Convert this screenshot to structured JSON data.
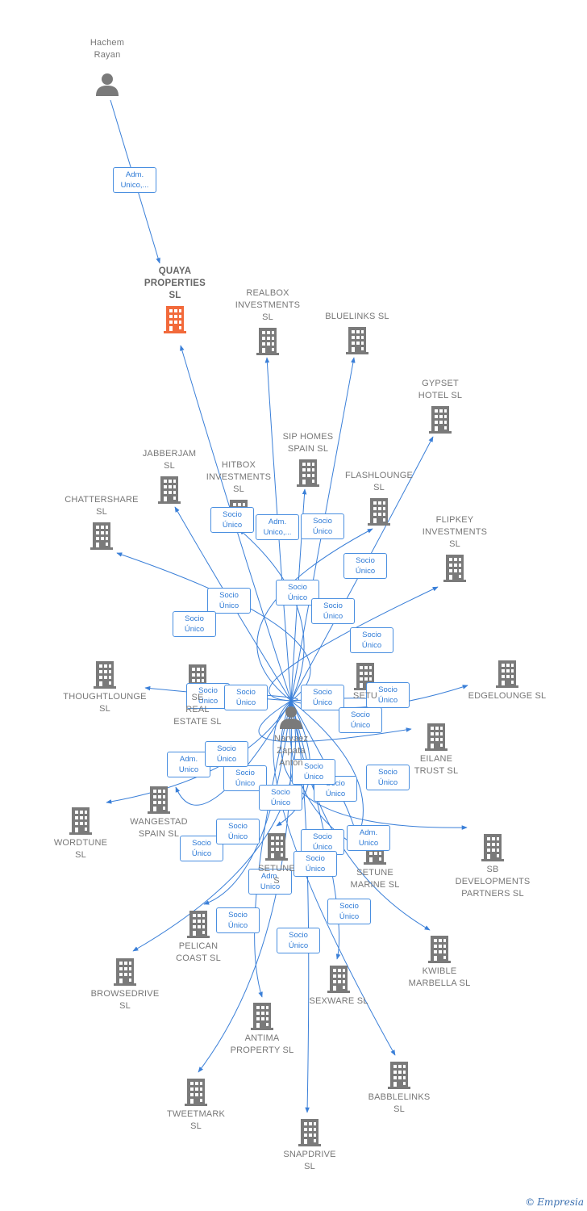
{
  "colors": {
    "edge": "#3a7fd8",
    "node_company": "#7a7a7a",
    "node_highlight": "#f26a3b",
    "node_person": "#7a7a7a"
  },
  "people": [
    {
      "id": "hachem",
      "name": "Hachem\nRayan",
      "icon": "person-icon"
    },
    {
      "id": "narvaez",
      "name": "Narvaez\nZapata\nAnton",
      "icon": "person-icon"
    }
  ],
  "companies": [
    {
      "id": "quaya",
      "name": "QUAYA\nPROPERTIES\nSL",
      "highlight": true
    },
    {
      "id": "realbox",
      "name": "REALBOX\nINVESTMENTS\nSL"
    },
    {
      "id": "bluelinks",
      "name": "BLUELINKS  SL"
    },
    {
      "id": "gypset",
      "name": "GYPSET\nHOTEL  SL"
    },
    {
      "id": "siphomes",
      "name": "SIP HOMES\nSPAIN  SL"
    },
    {
      "id": "jabberjam",
      "name": "JABBERJAM\nSL"
    },
    {
      "id": "hitbox",
      "name": "HITBOX\nINVESTMENTS\nSL"
    },
    {
      "id": "flashlounge",
      "name": "FLASHLOUNGE\nSL"
    },
    {
      "id": "chattershare",
      "name": "CHATTERSHARE\nSL"
    },
    {
      "id": "flipkey",
      "name": "FLIPKEY\nINVESTMENTS\nSL"
    },
    {
      "id": "thoughtlounge",
      "name": "THOUGHTLOUNGE\nSL"
    },
    {
      "id": "sereal",
      "name": "SE\nREAL\nESTATE  SL"
    },
    {
      "id": "setu",
      "name": "SETU"
    },
    {
      "id": "edgelounge",
      "name": "EDGELOUNGE SL"
    },
    {
      "id": "eilane",
      "name": "EILANE\nTRUST  SL"
    },
    {
      "id": "wangestad",
      "name": "WANGESTAD\nSPAIN  SL"
    },
    {
      "id": "wordtune",
      "name": "WORDTUNE\nSL"
    },
    {
      "id": "setune",
      "name": "SETUNE\nS"
    },
    {
      "id": "setunemarine",
      "name": "SETUNE\nMARINE  SL"
    },
    {
      "id": "sbdev",
      "name": "SB\nDEVELOPMENTS\nPARTNERS  SL"
    },
    {
      "id": "pelican",
      "name": "PELICAN\nCOAST SL"
    },
    {
      "id": "browsedrive",
      "name": "BROWSEDRIVE\nSL"
    },
    {
      "id": "kwible",
      "name": "KWIBLE\nMARBELLA  SL"
    },
    {
      "id": "sexware",
      "name": "SEXWARE SL"
    },
    {
      "id": "antima",
      "name": "ANTIMA\nPROPERTY  SL"
    },
    {
      "id": "tweetmark",
      "name": "TWEETMARK\nSL"
    },
    {
      "id": "babblelinks",
      "name": "BABBLELINKS\nSL"
    },
    {
      "id": "snapdrive",
      "name": "SNAPDRIVE\nSL"
    }
  ],
  "relations": [
    {
      "from": "hachem",
      "to": "quaya",
      "label": "Adm.\nUnico,..."
    },
    {
      "from": "narvaez",
      "to": "quaya",
      "label": "Socio\nÚnico"
    },
    {
      "from": "narvaez",
      "to": "realbox",
      "label": "Adm.\nUnico,..."
    },
    {
      "from": "narvaez",
      "to": "bluelinks",
      "label": "Socio\nÚnico"
    },
    {
      "from": "narvaez",
      "to": "gypset",
      "label": "Socio\nÚnico"
    },
    {
      "from": "narvaez",
      "to": "siphomes",
      "label": "Socio\nÚnico"
    },
    {
      "from": "narvaez",
      "to": "jabberjam",
      "label": "Socio\nÚnico"
    },
    {
      "from": "narvaez",
      "to": "hitbox",
      "label": "Socio\nÚnico"
    },
    {
      "from": "narvaez",
      "to": "flashlounge",
      "label": "Socio\nÚnico"
    },
    {
      "from": "narvaez",
      "to": "chattershare",
      "label": "Socio\nÚnico"
    },
    {
      "from": "narvaez",
      "to": "flipkey",
      "label": "Socio\nÚnico"
    },
    {
      "from": "narvaez",
      "to": "thoughtlounge",
      "label": "Socio\nÚnico"
    },
    {
      "from": "narvaez",
      "to": "sereal",
      "label": "Socio\nÚnico"
    },
    {
      "from": "narvaez",
      "to": "setu",
      "label": "Socio\nÚnico"
    },
    {
      "from": "narvaez",
      "to": "edgelounge",
      "label": "Socio\nÚnico"
    },
    {
      "from": "narvaez",
      "to": "eilane",
      "label": "Adm.\nUnico"
    },
    {
      "from": "narvaez",
      "to": "wangestad",
      "label": "Socio\nÚnico"
    },
    {
      "from": "narvaez",
      "to": "wordtune",
      "label": "Socio\nÚnico"
    },
    {
      "from": "narvaez",
      "to": "setune",
      "label": "Socio\nÚnico"
    },
    {
      "from": "narvaez",
      "to": "setunemarine",
      "label": "Socio\nÚnico"
    },
    {
      "from": "narvaez",
      "to": "sbdev",
      "label": "Socio\nÚnico"
    },
    {
      "from": "narvaez",
      "to": "pelican",
      "label": "Adm.\nUnico"
    },
    {
      "from": "narvaez",
      "to": "browsedrive",
      "label": "Socio\nÚnico"
    },
    {
      "from": "narvaez",
      "to": "kwible",
      "label": "Socio\nÚnico"
    },
    {
      "from": "narvaez",
      "to": "sexware",
      "label": "Socio\nÚnico"
    },
    {
      "from": "narvaez",
      "to": "antima",
      "label": "Socio\nÚnico"
    },
    {
      "from": "narvaez",
      "to": "tweetmark",
      "label": "Socio\nÚnico"
    },
    {
      "from": "narvaez",
      "to": "babblelinks",
      "label": "Socio\nÚnico"
    },
    {
      "from": "narvaez",
      "to": "snapdrive",
      "label": "Socio\nÚnico"
    },
    {
      "from": "narvaez",
      "to": "setunemarine",
      "label": "Adm.\nUnico"
    },
    {
      "from": "narvaez",
      "to": "setunemarine",
      "label": "Socio\nÚnico"
    }
  ],
  "footer": {
    "copyright": "©",
    "brand": "Empresia"
  }
}
